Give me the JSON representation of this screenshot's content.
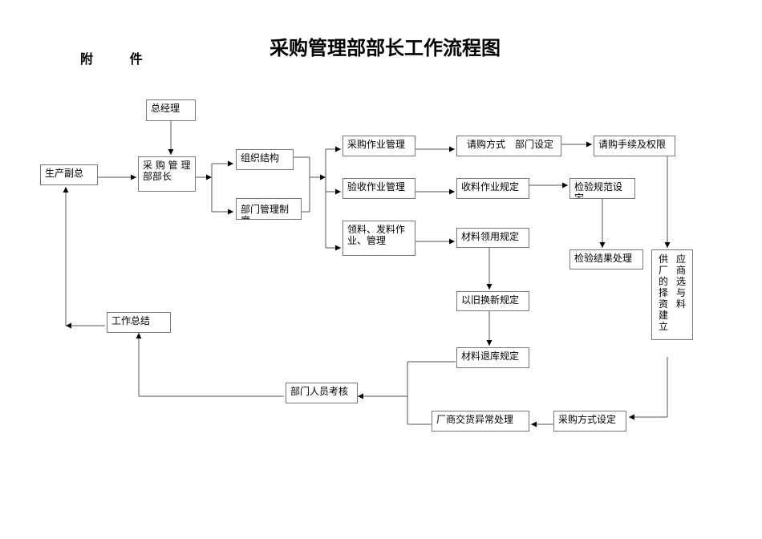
{
  "title": "采购管理部部长工作流程图",
  "attachment_label": "附 件",
  "nodes": {
    "zongjingli": "总经理",
    "shengchan": "生产副总",
    "buzhang": "采 购 管 理 部部长",
    "zuzhi": "组织结构",
    "bumen_zhidu": "部门管理制度",
    "caigou_zuoye": "采购作业管理",
    "yanshou_zuoye": "验收作业管理",
    "lingliao": "领料、发料作业、管理",
    "qinggou_fangshi": "请购方式　部门设定",
    "qinggou_shouxu": "请购手续及权限",
    "shouliao": "收料作业规定",
    "jianyan_guifan": "检验规范设定",
    "jianyan_jieguo": "检验结果处理",
    "cailiao_lingyong": "材料领用规定",
    "yijiu": "以旧换新规定",
    "tuiku": "材料退库规定",
    "gongyingshang_col1": "供 厂 的 择 资 建立",
    "gongyingshang_col2": "应 商 选 与 料",
    "gongzuo_zongjie": "工作总结",
    "kaohe": "部门人员考核",
    "yichang": "厂商交货异常处理",
    "caigou_fangshi": "采购方式设定"
  },
  "colors": {
    "line": "#555555",
    "border": "#777777"
  }
}
